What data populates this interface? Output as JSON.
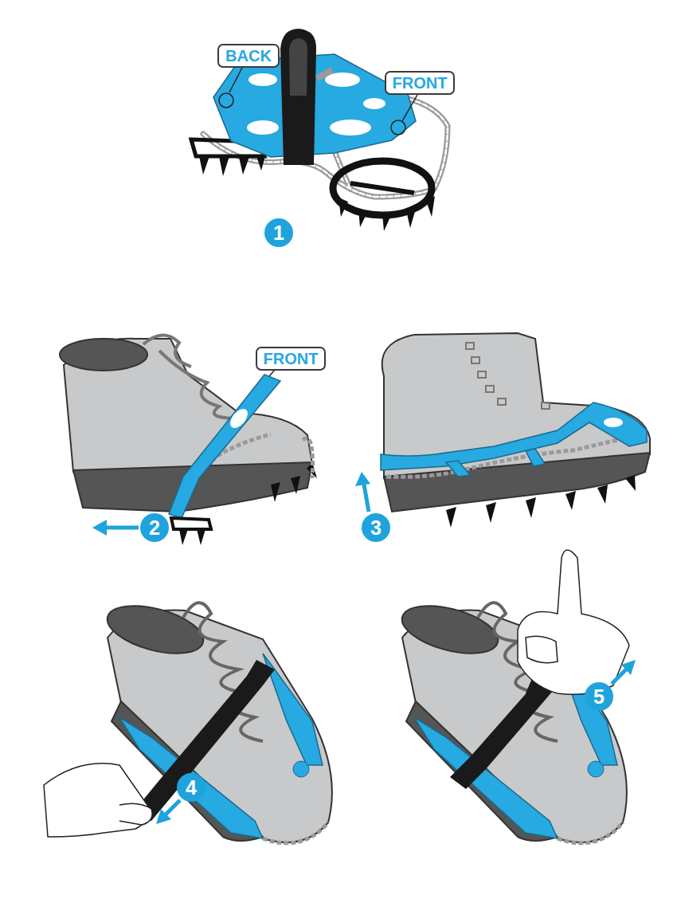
{
  "diagram": {
    "nodes": [
      {
        "text": [
          "BACK"
        ]
      },
      {
        "text": [
          "FRONT"
        ]
      },
      {
        "text": [
          "1"
        ]
      },
      {
        "text": [
          "FRONT"
        ]
      },
      {
        "text": [
          "2"
        ]
      },
      {
        "text": [
          "3"
        ]
      },
      {
        "text": [
          "4"
        ]
      },
      {
        "text": [
          "5"
        ]
      }
    ]
  }
}
